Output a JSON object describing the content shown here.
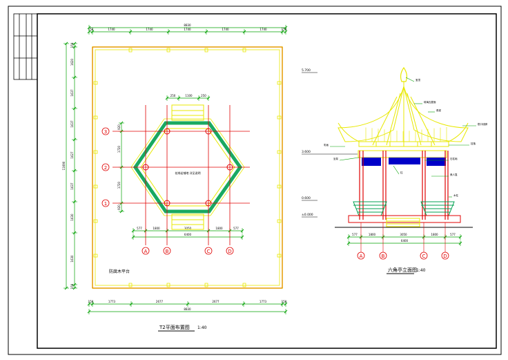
{
  "plan": {
    "title": "T2平面布置图",
    "scale": "1:40",
    "top_total": "8830",
    "top_dims": [
      "150",
      "1740",
      "1740",
      "1740",
      "1740",
      "1740",
      "150"
    ],
    "bottom_total": "8830",
    "bottom_dims": [
      "150",
      "1773",
      "2677",
      "2677",
      "1773",
      "150"
    ],
    "left_total": "11690",
    "left_dims": [
      "150",
      "1620",
      "1637",
      "1637",
      "1627",
      "1637",
      "1630",
      "1630",
      "150"
    ],
    "hex_top_dims": [
      "250",
      "1100",
      "250"
    ],
    "hex_side_dims": [
      "920",
      "1720",
      "1720",
      "920"
    ],
    "hex_bottom_dims": [
      "577",
      "1800",
      "3050",
      "1800",
      "577"
    ],
    "hex_bottom_total": "6400",
    "row_axes": [
      "3",
      "2",
      "1"
    ],
    "col_axes": [
      "A",
      "B",
      "C",
      "D"
    ],
    "center_note": "花岗岩铺地 详见说明",
    "corner_note": "防腐木平台"
  },
  "elevation": {
    "title": "六角亭立面图",
    "scale": "1:40",
    "levels": [
      "5.700",
      "3.600",
      "0.600",
      "±0.000"
    ],
    "notes": [
      "宝顶",
      "琉璃瓦屋面",
      "角梁",
      "檐口线脚",
      "挂落",
      "坐凳",
      "柱",
      "石柱础",
      "美人靠",
      "木柱",
      "彩画"
    ],
    "bottom_dims": [
      "577",
      "1800",
      "3050",
      "1800",
      "577"
    ],
    "bottom_total": "6400",
    "axes": [
      "A",
      "B",
      "C",
      "D"
    ]
  },
  "colors": {
    "frame": "#000000",
    "dimension": "#00a000",
    "axis": "#e00000",
    "wall": "#e8e800",
    "hex": "#00a050",
    "roof": "#e8e800",
    "fascia": "#0000c8",
    "leader": "#00a000"
  }
}
